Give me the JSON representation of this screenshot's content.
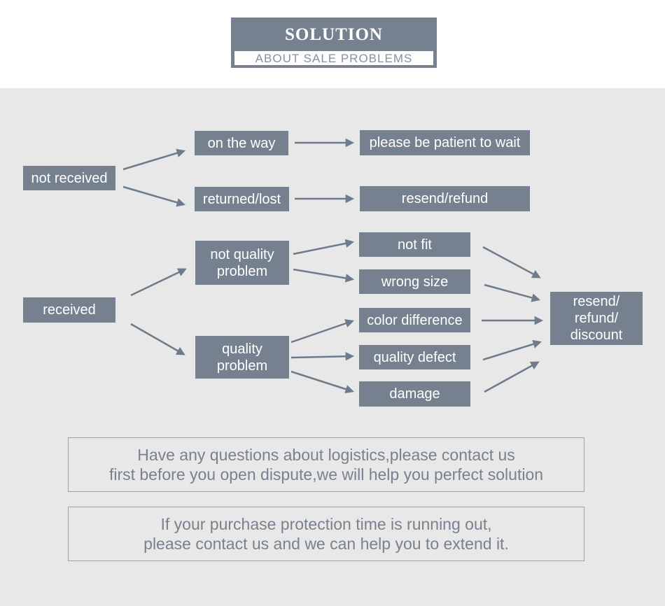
{
  "header": {
    "title": "SOLUTION",
    "subtitle": "ABOUT SALE PROBLEMS"
  },
  "flowchart": {
    "nodes": [
      {
        "id": "not-received",
        "label": "not received"
      },
      {
        "id": "on-the-way",
        "label": "on the way"
      },
      {
        "id": "please-be-patient-to-wait",
        "label": "please be patient to wait"
      },
      {
        "id": "returned-lost",
        "label": "returned/lost"
      },
      {
        "id": "resend-refund",
        "label": "resend/refund"
      },
      {
        "id": "received",
        "label": "received"
      },
      {
        "id": "not-quality-problem",
        "label": "not quality\nproblem"
      },
      {
        "id": "quality-problem",
        "label": "quality\nproblem"
      },
      {
        "id": "not-fit",
        "label": "not fit"
      },
      {
        "id": "wrong-size",
        "label": "wrong size"
      },
      {
        "id": "color-difference",
        "label": "color difference"
      },
      {
        "id": "quality-defect",
        "label": "quality defect"
      },
      {
        "id": "damage",
        "label": "damage"
      },
      {
        "id": "resend-refund-discount",
        "label": "resend/\nrefund/\ndiscount"
      }
    ],
    "edges": [
      {
        "from": "not-received",
        "to": "on-the-way"
      },
      {
        "from": "not-received",
        "to": "returned-lost"
      },
      {
        "from": "on-the-way",
        "to": "please-be-patient-to-wait"
      },
      {
        "from": "returned-lost",
        "to": "resend-refund"
      },
      {
        "from": "received",
        "to": "not-quality-problem"
      },
      {
        "from": "received",
        "to": "quality-problem"
      },
      {
        "from": "not-quality-problem",
        "to": "not-fit"
      },
      {
        "from": "not-quality-problem",
        "to": "wrong-size"
      },
      {
        "from": "quality-problem",
        "to": "color-difference"
      },
      {
        "from": "quality-problem",
        "to": "quality-defect"
      },
      {
        "from": "quality-problem",
        "to": "damage"
      },
      {
        "from": "not-fit",
        "to": "resend-refund-discount"
      },
      {
        "from": "wrong-size",
        "to": "resend-refund-discount"
      },
      {
        "from": "color-difference",
        "to": "resend-refund-discount"
      },
      {
        "from": "quality-defect",
        "to": "resend-refund-discount"
      },
      {
        "from": "damage",
        "to": "resend-refund-discount"
      }
    ]
  },
  "notes": [
    {
      "text": "Have any questions about logistics,please contact us\nfirst before you open dispute,we will help you perfect solution"
    },
    {
      "text": "If your purchase protection time is running out,\nplease contact us and we can help you to extend it."
    }
  ],
  "colors": {
    "node_bg": "#75818F",
    "arrow": "#6E7B8A",
    "canvas_bg": "#E8E8E8",
    "note_text": "#78828E",
    "note_border": "#99A1AB",
    "subtitle_text": "#8A919B"
  }
}
